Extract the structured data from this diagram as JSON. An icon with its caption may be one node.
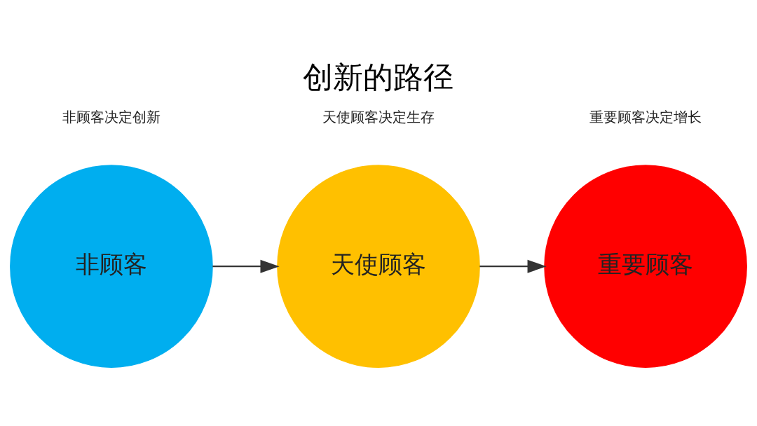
{
  "diagram": {
    "title": "创新的路径",
    "nodes": [
      {
        "text": [
          "非顾客"
        ],
        "beside": [
          "非顾客决定创新"
        ]
      },
      {
        "text": [
          "天使顾客"
        ],
        "beside": [
          "天使顾客决定生存"
        ]
      },
      {
        "text": [
          "重要顾客"
        ],
        "beside": [
          "重要顾客决定增长"
        ]
      }
    ],
    "edges": [
      {
        "from": 0,
        "to": 1,
        "arrow": "to"
      },
      {
        "from": 1,
        "to": 2,
        "arrow": "to"
      }
    ]
  }
}
